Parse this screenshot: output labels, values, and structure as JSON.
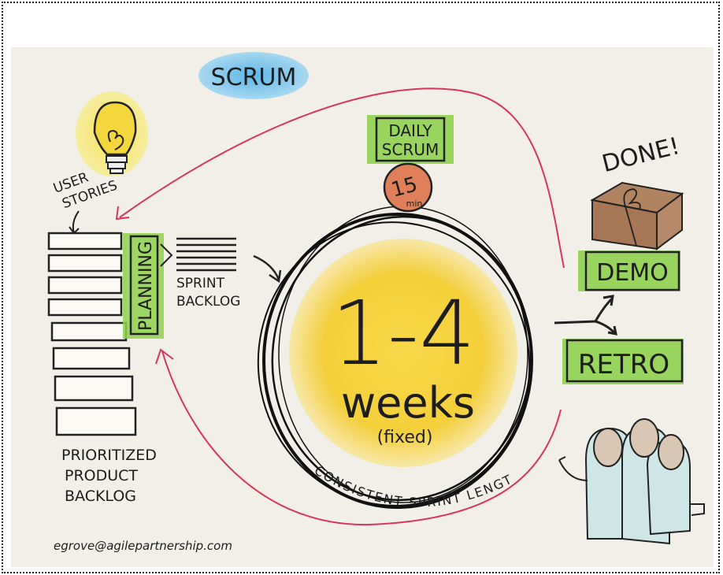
{
  "title": "SCRUM",
  "user_stories": [
    "USER",
    "STORIES"
  ],
  "planning": "PLANNING",
  "sprint_backlog": [
    "SPRINT",
    "BACKLOG"
  ],
  "product_backlog": [
    "PRIORITIZED",
    "PRODUCT",
    "BACKLOG"
  ],
  "daily_scrum": [
    "DAILY",
    "SCRUM"
  ],
  "timebox": {
    "number": "15",
    "unit": "min"
  },
  "sprint": {
    "duration": "1-4",
    "unit": "weeks",
    "note": "(fixed)"
  },
  "consistent_length": "CONSISTENT SPRINT LENGTH",
  "done": "DONE!",
  "demo": "DEMO",
  "retro": "RETRO",
  "email": "egrove@agilepartnership.com",
  "colors": {
    "paper": "#f1efe8",
    "green": "#8fd14f",
    "blue": "#7cc6e8",
    "yellow": "#f6d33c",
    "coral": "#e0805a",
    "pink": "#d8355a",
    "brown": "#b08461"
  }
}
